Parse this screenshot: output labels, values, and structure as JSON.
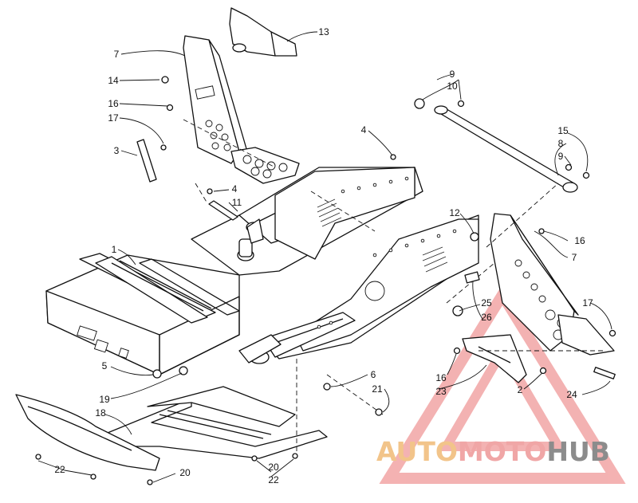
{
  "diagram": {
    "callouts": {
      "c1": "1",
      "c2": "2",
      "c3": "3",
      "c4a": "4",
      "c4b": "4",
      "c5": "5",
      "c6": "6",
      "c7a": "7",
      "c7b": "7",
      "c8": "8",
      "c9a": "9",
      "c9b": "9",
      "c10": "10",
      "c11": "11",
      "c12": "12",
      "c13": "13",
      "c14": "14",
      "c15": "15",
      "c16a": "16",
      "c16b": "16",
      "c16c": "16",
      "c17a": "17",
      "c17b": "17",
      "c18": "18",
      "c19": "19",
      "c20a": "20",
      "c20b": "20",
      "c21": "21",
      "c22a": "22",
      "c22b": "22",
      "c23": "23",
      "c24": "24",
      "c25": "25",
      "c26": "26"
    }
  },
  "watermark": {
    "part1": "AUTO",
    "part2": "MOTO",
    "part3": "HUB",
    "colors": {
      "auto": "#f2c48a",
      "moto": "#f0a6a6",
      "hub": "#8c8c8c",
      "triangle": "#f4b3b3"
    }
  }
}
